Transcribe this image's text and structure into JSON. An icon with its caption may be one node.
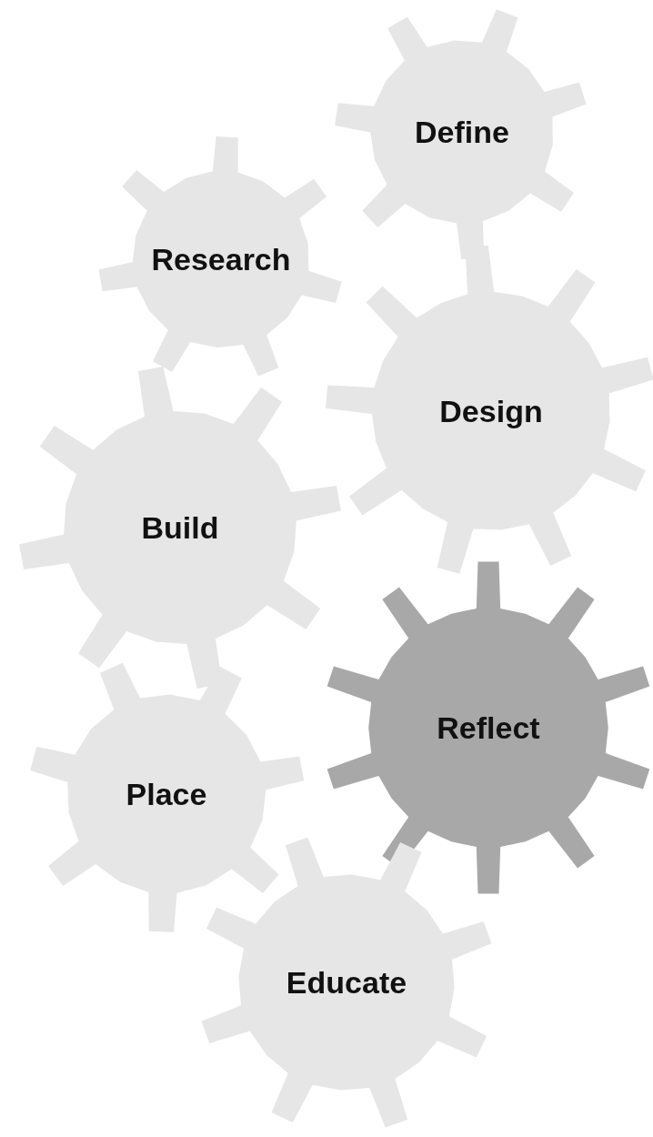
{
  "diagram": {
    "nodes": [
      {
        "text": [
          "Define"
        ]
      },
      {
        "text": [
          "Research"
        ]
      },
      {
        "text": [
          "Design"
        ]
      },
      {
        "text": [
          "Build"
        ]
      },
      {
        "text": [
          "Reflect"
        ]
      },
      {
        "text": [
          "Place"
        ]
      },
      {
        "text": [
          "Educate"
        ]
      }
    ]
  }
}
